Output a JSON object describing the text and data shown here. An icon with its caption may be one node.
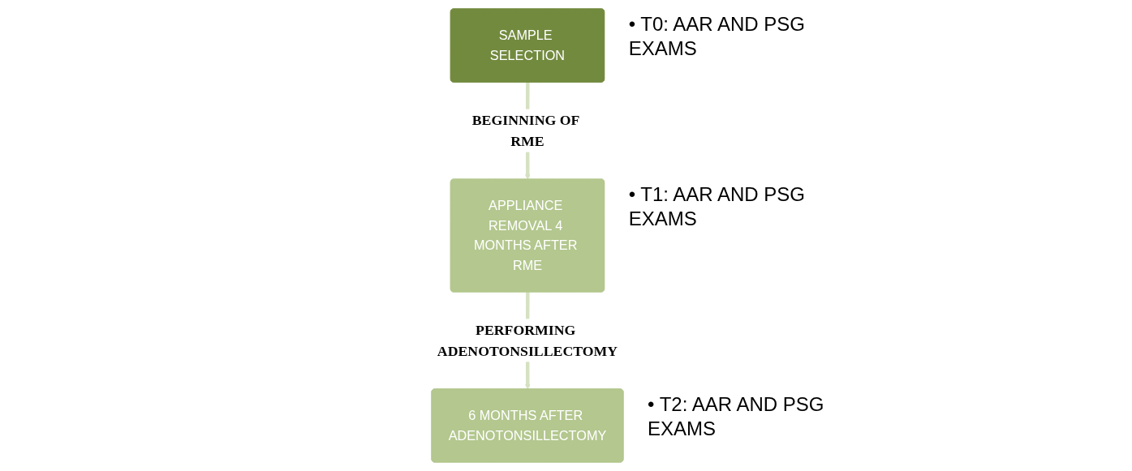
{
  "diagram": {
    "nodes": [
      {
        "text": [
          "SAMPLE SELECTION"
        ],
        "beside": [
          "• T0: AAR AND PSG EXAMS"
        ]
      },
      {
        "text": [
          "APPLIANCE REMOVAL 4 MONTHS AFTER RME"
        ],
        "beside": [
          "• T1: AAR AND PSG EXAMS"
        ]
      },
      {
        "text": [
          "6 MONTHS AFTER ADENOTONSILLECTOMY"
        ],
        "beside": [
          "• T2: AAR AND PSG EXAMS"
        ]
      }
    ],
    "edges": [
      {
        "from": 0,
        "to": 1,
        "arrow": "to",
        "label": "BEGINNING OF RME"
      },
      {
        "from": 1,
        "to": 2,
        "arrow": "to",
        "label": "PERFORMING ADENOTONSILLECTOMY"
      }
    ]
  }
}
